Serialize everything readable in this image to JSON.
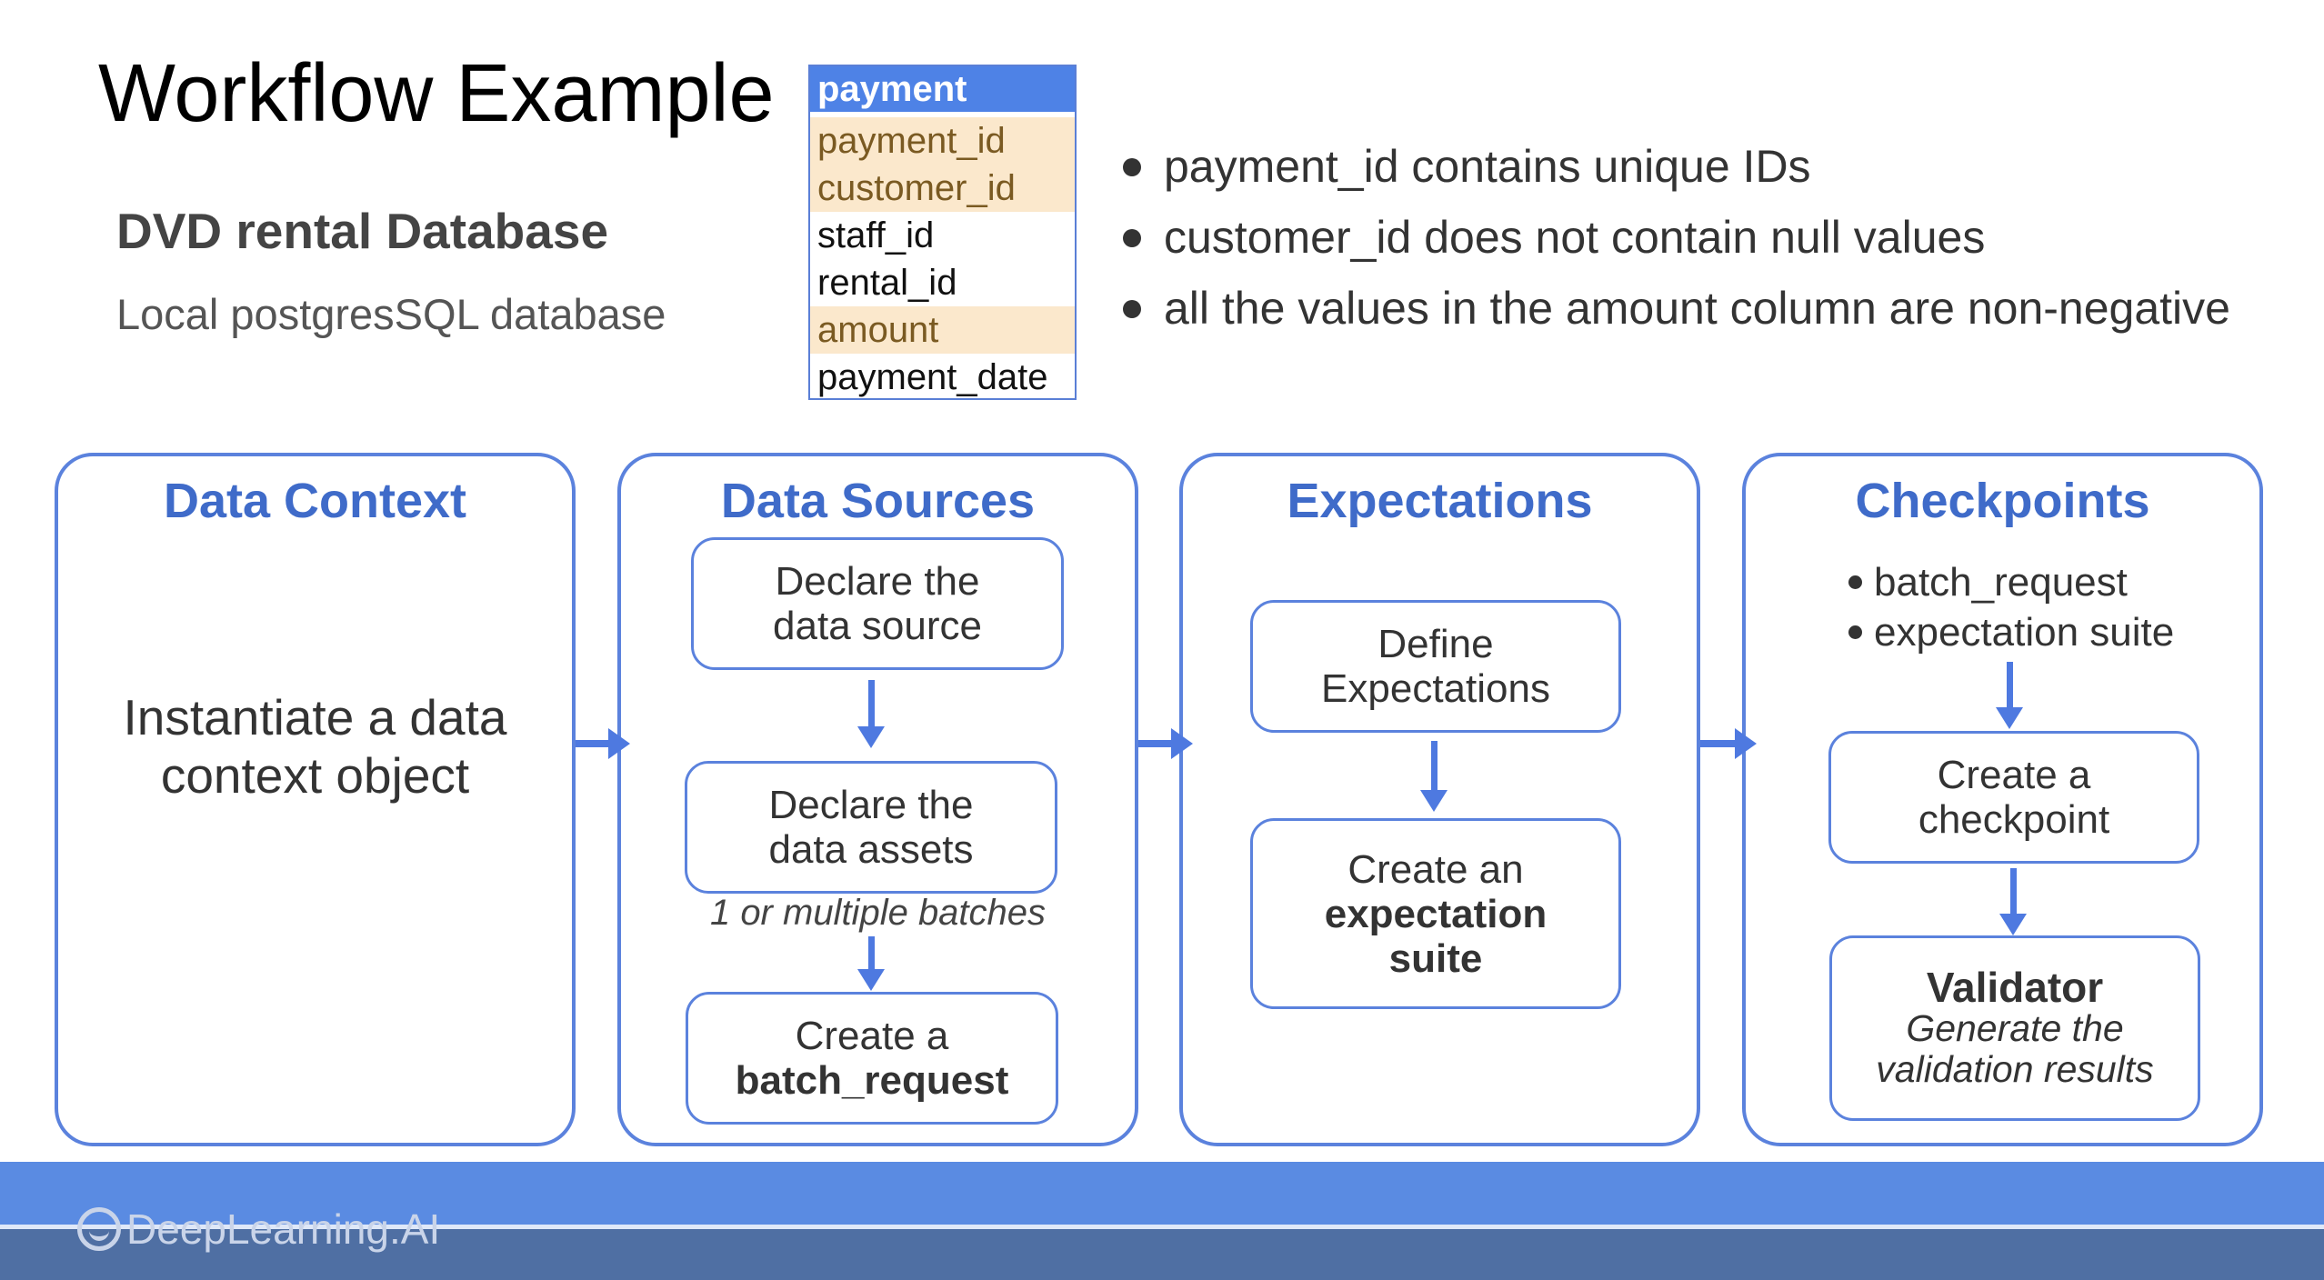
{
  "title": "Workflow Example",
  "database": {
    "name": "DVD rental Database",
    "description": "Local postgresSQL database"
  },
  "table": {
    "name": "payment",
    "columns": [
      {
        "name": "payment_id",
        "highlighted": true
      },
      {
        "name": "customer_id",
        "highlighted": true
      },
      {
        "name": "staff_id",
        "highlighted": false
      },
      {
        "name": "rental_id",
        "highlighted": false
      },
      {
        "name": "amount",
        "highlighted": true
      },
      {
        "name": "payment_date",
        "highlighted": false
      }
    ]
  },
  "bullets": [
    "payment_id contains unique IDs",
    "customer_id does not contain null values",
    "all the values in the amount column are non-negative"
  ],
  "stages": {
    "data_context": {
      "title": "Data Context",
      "line1": "Instantiate a data",
      "line2": "context object"
    },
    "data_sources": {
      "title": "Data Sources",
      "step1_line1": "Declare the",
      "step1_line2": "data source",
      "step2_line1": "Declare the",
      "step2_line2": "data assets",
      "note": "1 or multiple batches",
      "step3_line1": "Create a",
      "step3_line2": "batch_request"
    },
    "expectations": {
      "title": "Expectations",
      "step1_line1": "Define",
      "step1_line2": "Expectations",
      "step2_line1": "Create an",
      "step2_line2": "expectation",
      "step2_line3": "suite"
    },
    "checkpoints": {
      "title": "Checkpoints",
      "inputs": [
        "batch_request",
        "expectation suite"
      ],
      "step1_line1": "Create a",
      "step1_line2": "checkpoint",
      "step2_line1": "Validator",
      "step2_line2": "Generate the",
      "step2_line3": "validation results"
    }
  },
  "footer": {
    "logo_text": "DeepLearning.AI"
  },
  "colors": {
    "accent": "#3f6bc9",
    "border": "#5b82dd",
    "arrow": "#4e79e0",
    "table_header": "#4e82e6",
    "highlight": "#fbe8cc",
    "footer": "#5a8be2"
  }
}
